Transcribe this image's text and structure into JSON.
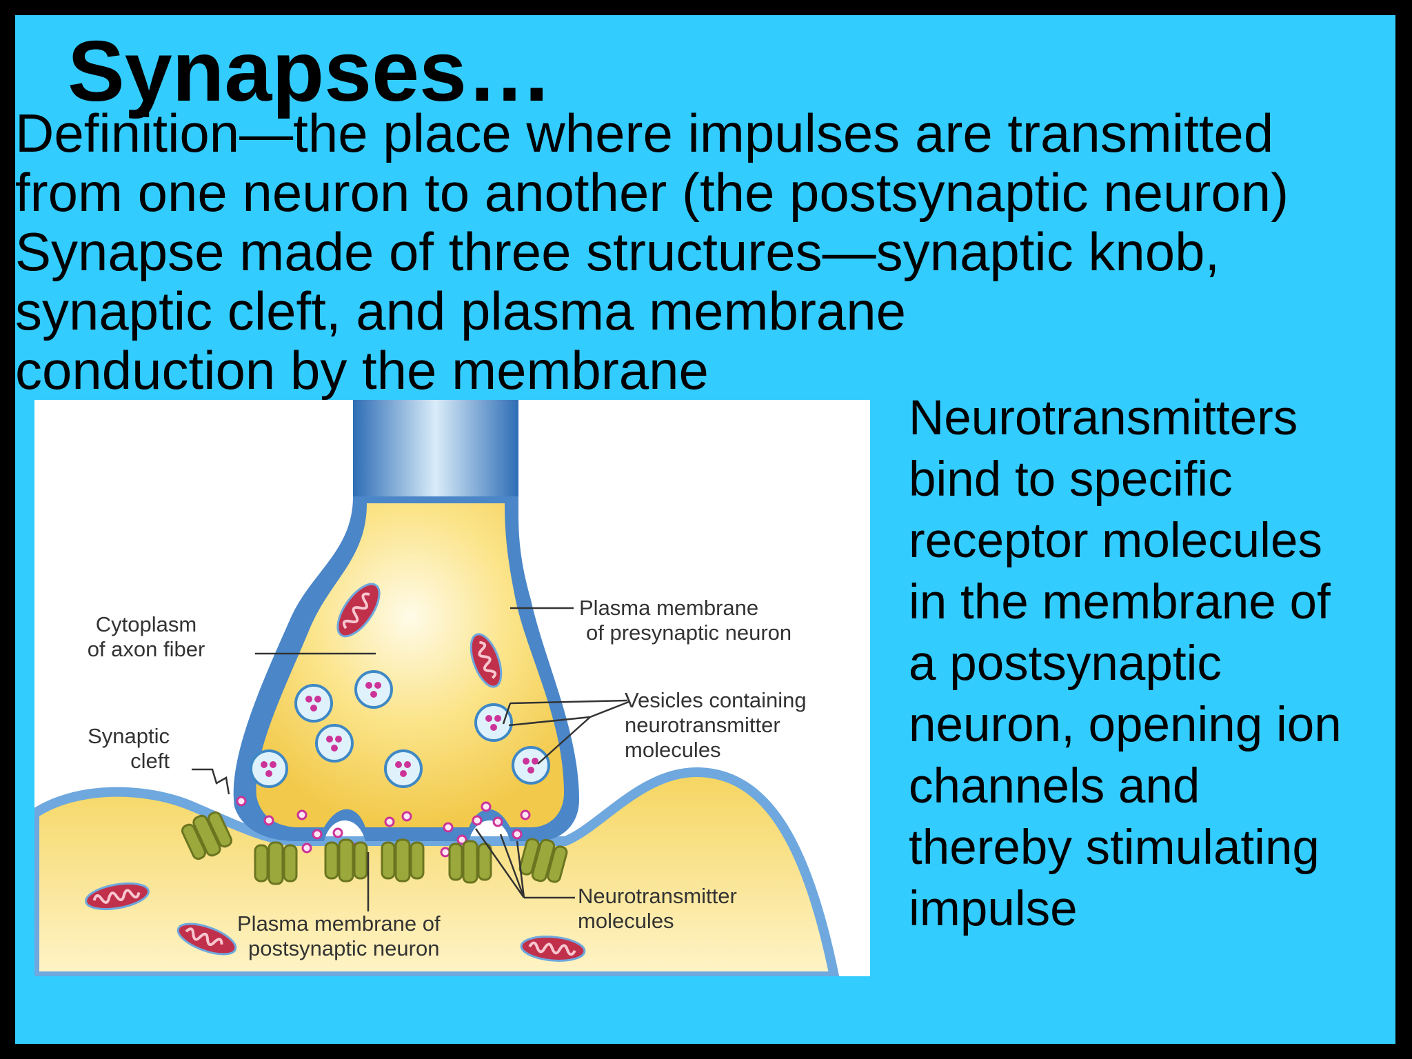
{
  "slide": {
    "title": "Synapses…",
    "body_lines": [
      "Definition—the place where impulses are transmitted",
      "from one neuron to another (the postsynaptic neuron)",
      "Synapse made of three structures—synaptic knob,",
      "synaptic cleft, and plasma membrane",
      "conduction by the membrane"
    ],
    "side_lines": [
      "Neurotransmitters",
      "bind to specific",
      "receptor molecules",
      "in the membrane of",
      "a postsynaptic",
      "neuron, opening ion",
      "channels and",
      "thereby stimulating",
      "impulse"
    ]
  },
  "diagram": {
    "labels": {
      "cytoplasm_1": "Cytoplasm",
      "cytoplasm_2": "of axon fiber",
      "cleft_1": "Synaptic",
      "cleft_2": "cleft",
      "pre_membrane_1": "Plasma membrane",
      "pre_membrane_2": "of presynaptic neuron",
      "vesicles_1": "Vesicles containing",
      "vesicles_2": "neurotransmitter",
      "vesicles_3": "molecules",
      "nt_1": "Neurotransmitter",
      "nt_2": "molecules",
      "post_membrane_1": "Plasma membrane of",
      "post_membrane_2": "postsynaptic neuron"
    },
    "colors": {
      "slide_bg": "#33ccff",
      "cytoplasm": "#f7d85a",
      "membrane": "#5b9bd5",
      "receptor": "#9aa83c",
      "mitochondria": "#c0304a",
      "neurotransmitter": "#cc3399"
    }
  }
}
